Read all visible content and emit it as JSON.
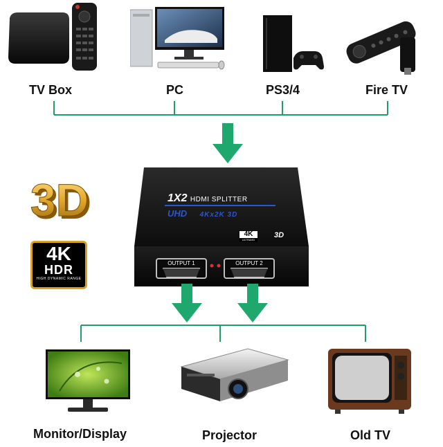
{
  "sources": [
    {
      "label": "TV Box",
      "icon": "tv-box-icon"
    },
    {
      "label": "PC",
      "icon": "pc-icon"
    },
    {
      "label": "PS3/4",
      "icon": "game-console-icon"
    },
    {
      "label": "Fire TV",
      "icon": "fire-tv-stick-icon"
    }
  ],
  "splitter": {
    "title_model": "1X2",
    "title_text": "HDMI SPLITTER",
    "subtitle_uhd": "UHD",
    "subtitle_res": "4Kx2K 3D",
    "badge_4k": "4K",
    "badge_4k_sub": "ULTRAHD",
    "badge_3d": "3D",
    "output1": "OUTPUT 1",
    "output2": "OUTPUT 2"
  },
  "badges": {
    "threed_text": "3D",
    "hdr_top": "4K",
    "hdr_mid": "HDR",
    "hdr_bottom": "HIGH DYNAMIC RANGE"
  },
  "outputs": [
    {
      "label": "Monitor/Display",
      "icon": "monitor-icon"
    },
    {
      "label": "Projector",
      "icon": "projector-icon"
    },
    {
      "label": "Old TV",
      "icon": "old-tv-icon"
    }
  ],
  "colors": {
    "connector": "#1e9e6a",
    "arrow": "#1fa86e",
    "device_dark": "#141414",
    "gold": "#d9a21f",
    "label_blue": "#2f56c8"
  }
}
